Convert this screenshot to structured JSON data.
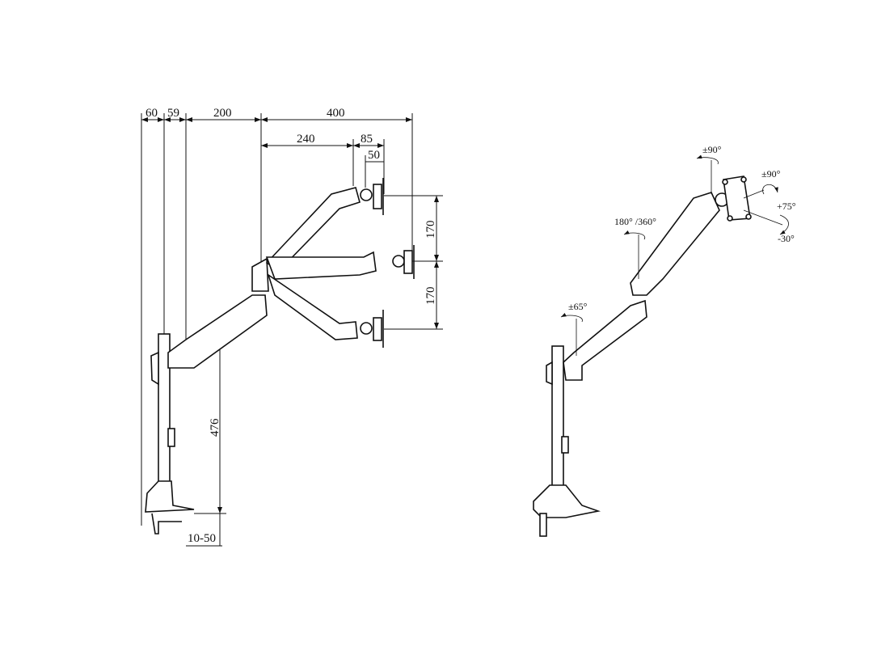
{
  "side_view": {
    "dimensions": {
      "d60": "60",
      "d59": "59",
      "d200": "200",
      "d400": "400",
      "d240": "240",
      "d85": "85",
      "d50": "50",
      "d170_upper": "170",
      "d170_lower": "170",
      "d476": "476",
      "d10_50": "10-50"
    }
  },
  "perspective_view": {
    "rotations": {
      "head_swivel": "±90°",
      "arm_rotation": "180° /360°",
      "screen_rotation": "±90°",
      "tilt_up": "+75°",
      "tilt_down": "-30°",
      "base_swivel": "±65°"
    }
  }
}
